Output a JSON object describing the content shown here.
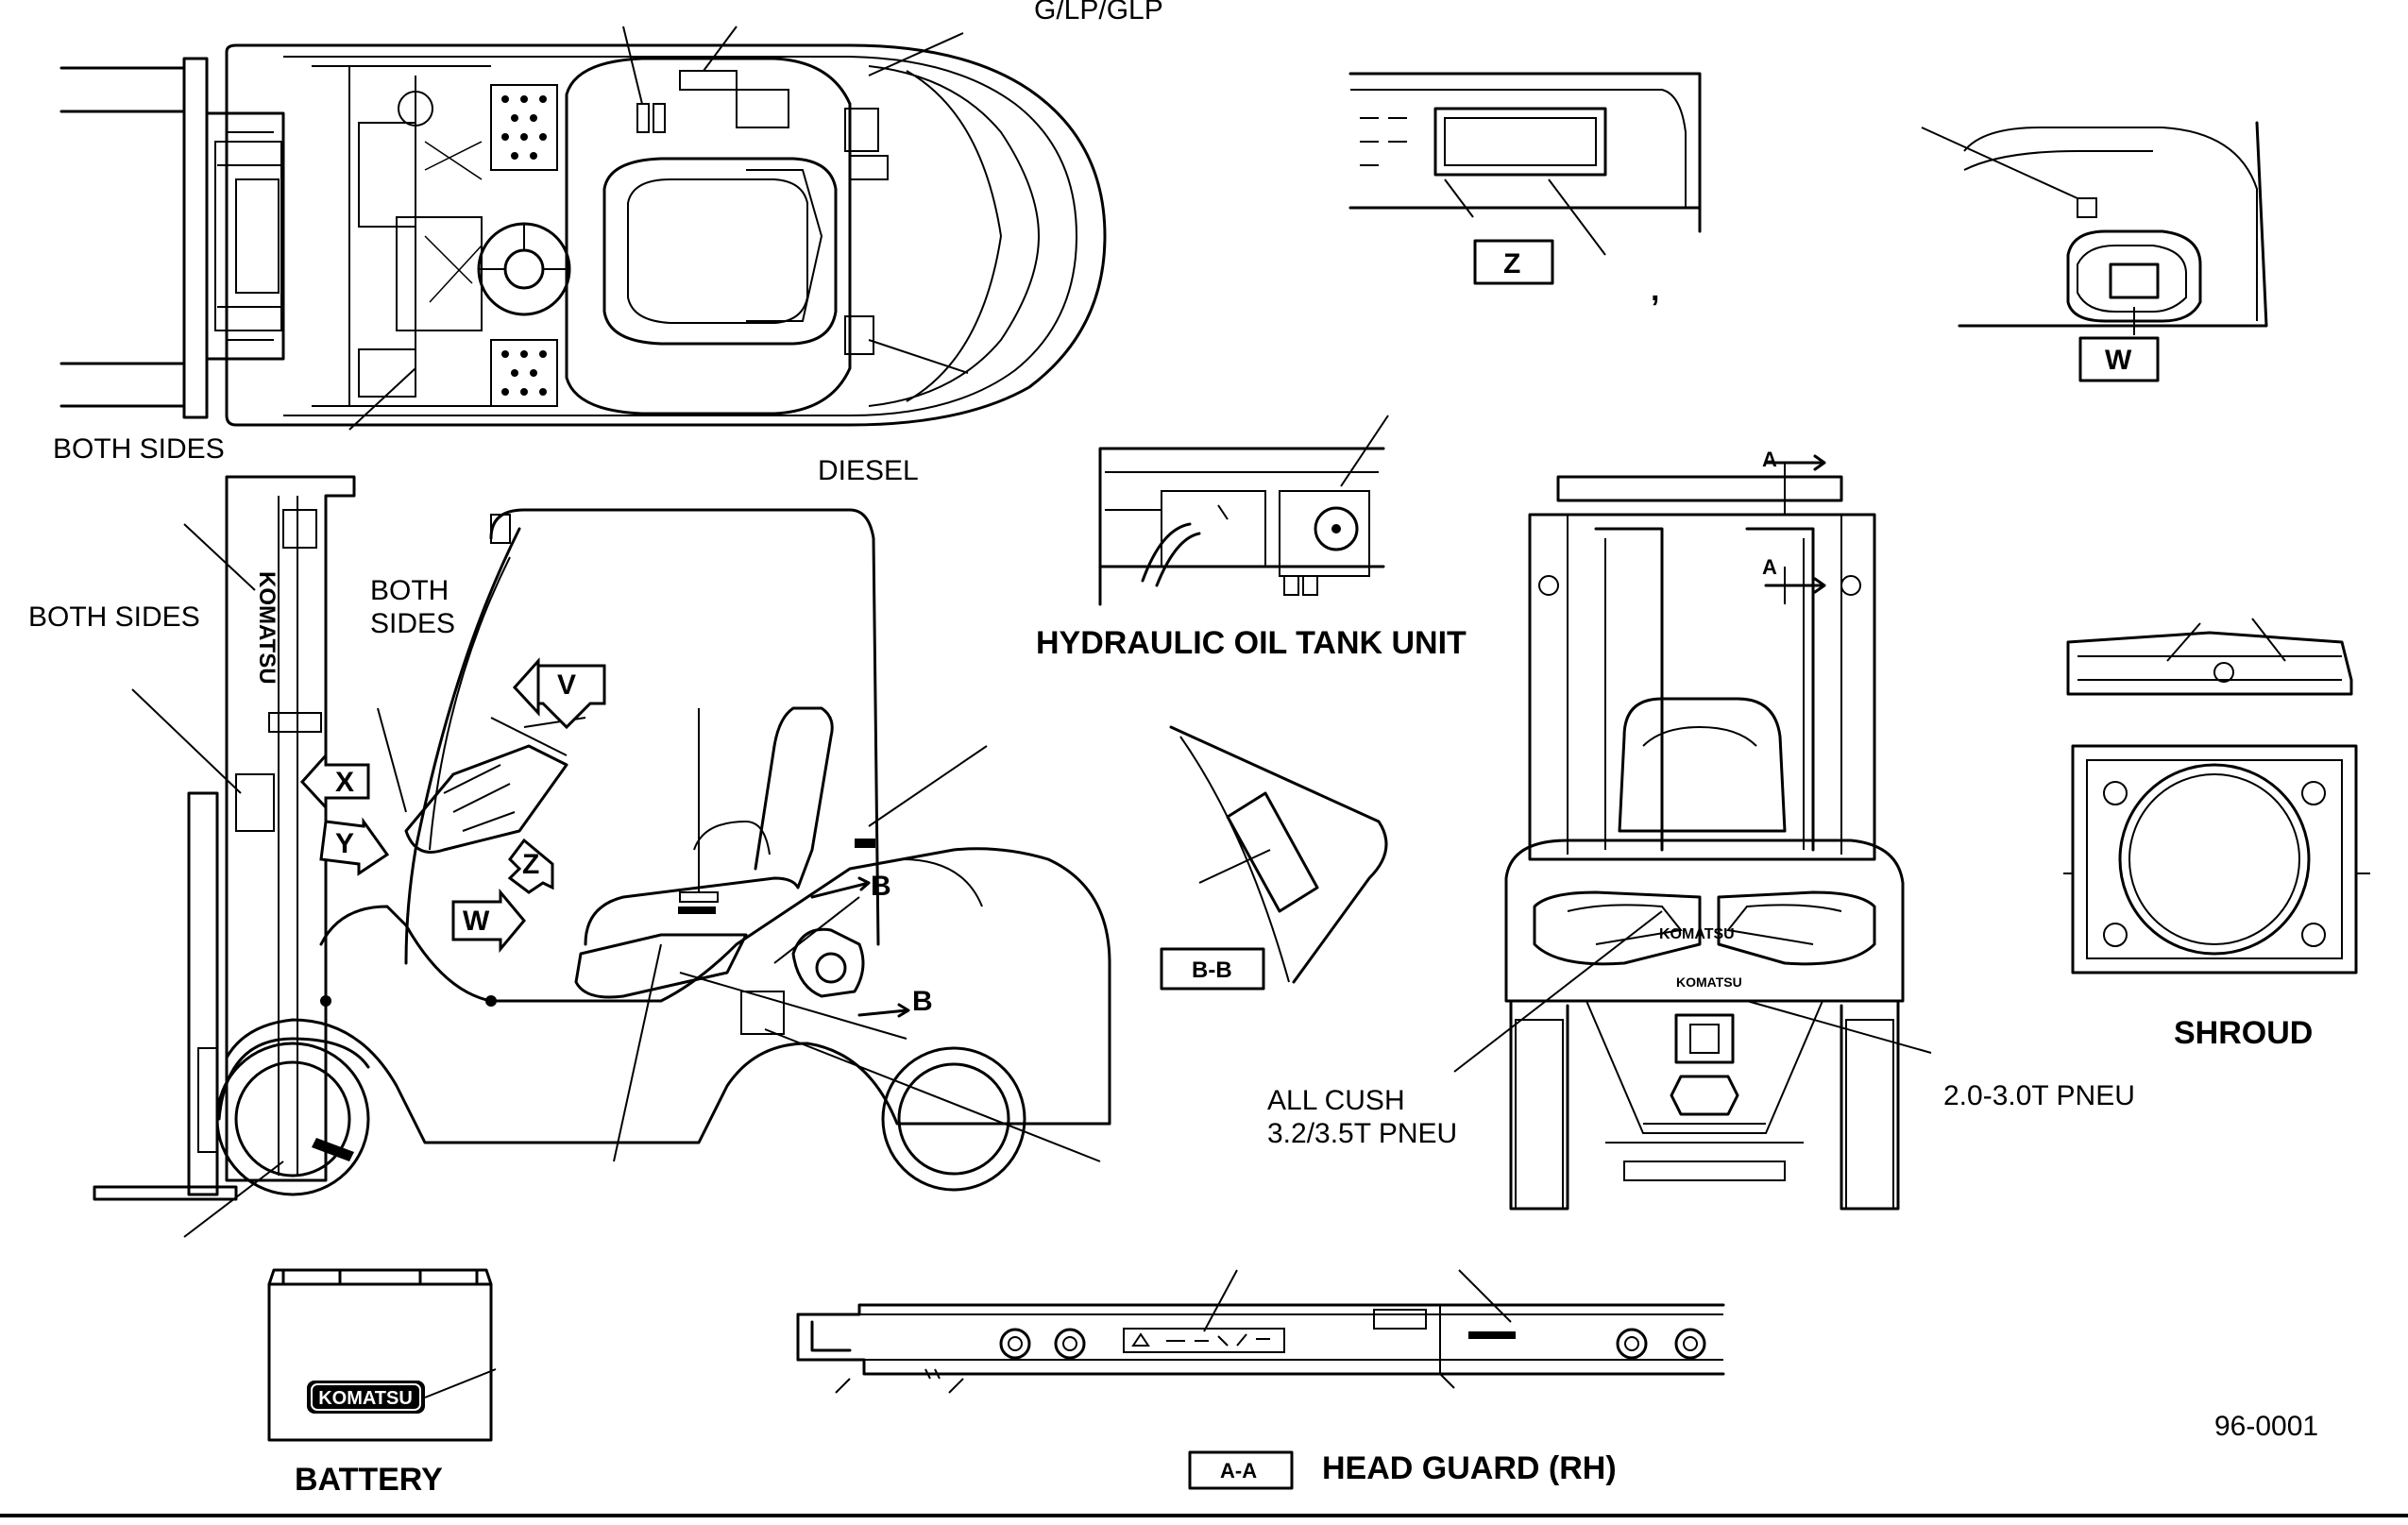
{
  "labels": {
    "glp": "G/LP/GLP",
    "both_sides_top": "BOTH SIDES",
    "diesel": "DIESEL",
    "both_sides_left": "BOTH SIDES",
    "both_sides_mid_1": "BOTH",
    "both_sides_mid_2": "SIDES",
    "hydraulic": "HYDRAULIC OIL TANK UNIT",
    "shroud": "SHROUD",
    "all_cush_1": "ALL CUSH",
    "all_cush_2": "3.2/3.5T PNEU",
    "pneu": "2.0-3.0T PNEU",
    "battery": "BATTERY",
    "head_guard": "HEAD GUARD (RH)",
    "doc_number": "96-0001",
    "comma": ","
  },
  "view_markers": {
    "z": "Z",
    "w_box": "W",
    "v": "V",
    "x": "X",
    "y": "Y",
    "z_arrow": "Z",
    "w_arrow": "W",
    "b_upper": "B",
    "b_lower": "B",
    "a_upper": "A",
    "a_lower": "A",
    "bb": "B-B",
    "aa": "A-A"
  },
  "brand": {
    "logo_text": "KOMATSU"
  }
}
